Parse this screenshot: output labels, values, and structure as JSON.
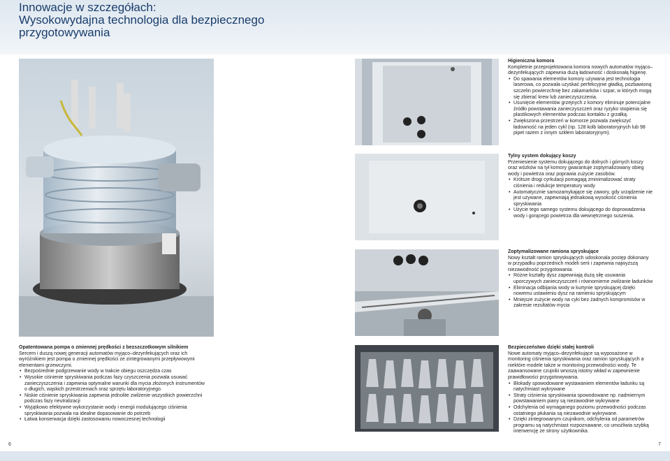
{
  "title": {
    "line1": "Innowacje w szczegółach:",
    "line2": "Wysokowydajna technologia dla bezpiecznego",
    "line3": "przygotowywania"
  },
  "pages": {
    "left": "6",
    "right": "7"
  },
  "pump": {
    "heading": "Opatentowana pompa o zmiennej prędkości z bezszczotkowym silnikiem",
    "intro": "Sercem i duszą nowej generacji automatów myjąco–dezynfekujących oraz ich wyróżnikiem jest pompa o zmiennej prędkości ze zintegrowanymi przepływowymi elementami grzewczymi.",
    "bullets": [
      "Bezpośrednie podgrzewanie wody w trakcie obiegu oszczędza czas",
      "Wysokie ciśnienie spryskiwania podczas fazy czyszczenia pozwala usuwać zanieczyszczenia i zapewnia optymalne warunki dla mycia złożonych instrumentów o długich, wąskich przestrzeniach oraz sprzętu laboratoryjnego.",
      "Niskie ciśnienie spryskiwania zapewnia jednolite zwilżenie wszystkich powierzchni podczas fazy neutralizacji",
      "Wyjątkowo efektywne wykorzystanie wody i energii modulującego ciśnienia spryskiwania pozwala na idealne dopasowanie do potrzeb",
      "Łatwa konserwacja dzięki zastosowaniu nowoczesnej technologii"
    ]
  },
  "chamber": {
    "heading": "Higieniczna komora",
    "intro": "Kompletnie przeprojektowana komora nowych automatów myjąco–dezynfekujących zapewnia dużą ładowność i doskonałą higienę.",
    "bullets": [
      "Do spawania elementów komory używana jest technologia laserowa, co pozwala uzyskać perfekcyjnie gładką, pozbawioną szczelin powierzchnię bez zakamarków i szpar, w których mogą się zbierać krew lub zanieczyszczenia.",
      "Usunięcie elementów grzejnych z komory eliminuje potencjalne źródło powstawania zanieczyszczeń oraz ryzyko stopienia się plastikowych elementów podczas kontaktu z grzałką.",
      "Zwiększona przestrzeń w komorze pozwala zwiększyć ładowność na jeden cykl (np. 128 kolb laboratoryjnych lub 98 pipet razem z innym szkłem laboratoryjnym)."
    ]
  },
  "docking": {
    "heading": "Tylny system dokujący koszy",
    "intro": "Przeniesienie systemu dokującego do dolnych i górnych koszy oraz wózków na tył komory gwarantuje zoptymalizowany obieg wody i powietrza oraz poprawia zużycie zasobów.",
    "bullets": [
      "Krótsze drogi cyrkulacji pomagają zminimalizować straty ciśnienia i redukcje temperatury wody",
      "Automatycznie samozamykające się zawory, gdy urządzenie nie jest używane, zapewniają jednakową wysokość ciśnienia spryskiwania",
      "Użycie tego samego systemu dokującego do doprowadzenia wody i gorącego powietrza dla wewnętrznego suszenia."
    ]
  },
  "arms": {
    "heading": "Zoptymalizowane ramiona spryskujące",
    "intro": "Nowy kształt ramion spryskujących udoskonala postęp dokonany w przypadku poprzednich modeli serii i zapewnia najwyższą niezawodność przygotowania.",
    "bullets": [
      "Różne kształty dysz zapewniają dużą siłę usuwania uporczywych zanieczyszczeń i równomierne zwilżanie ładunków",
      "Eliminacja odbijania wody w kurtynie spryskującej dzięki nowemu ustawieniu dysz na ramieniu spryskującym",
      "Mniejsze zużycie wody na cyki bez żadnych kompromisów w zakresie rezultatów mycia"
    ]
  },
  "safety": {
    "heading": "Bezpieczeństwo dzięki stałej kontroli",
    "intro": "Nowe automaty myjąco–dezynfekujące są wyposażone w monitoring ciśnienia spryskiwania oraz ramion spryskujących a niektóre modele także w monitoring przewodności wody. Te zaawansowane czujniki wnoszą istotny wkład w zapewnienie prawidłowości przygotowywania.",
    "bullets": [
      "Blokady spowodowane wystawaniem elementów ładunku są natychmiast wykrywane",
      "Straty ciśnienia spryskiwania spowodowane np. nadmiernym powstawaniem piany są niezawodnie wykrywane",
      "Odchylenia od wymaganego poziomu przewodności podczas ostatniego płukania są niezawodnie wykrywane.",
      "Dzięki zintegrowanym czujnikom, odchylenia od parametrów programu są natychmiast rozpoznawane, co umożliwia szybką interwencję ze strony użytkownika."
    ]
  },
  "images": [
    {
      "name": "pump-photo"
    },
    {
      "name": "chamber-photo"
    },
    {
      "name": "docking-photo"
    },
    {
      "name": "spray-arm-photo"
    },
    {
      "name": "glassware-photo"
    }
  ]
}
